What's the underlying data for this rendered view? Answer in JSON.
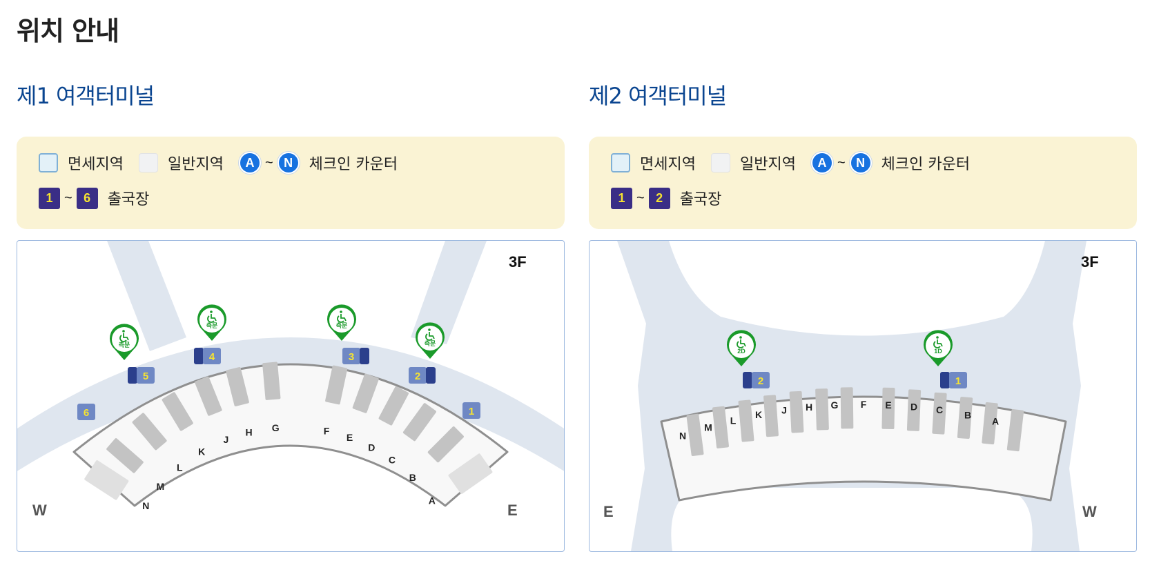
{
  "page": {
    "title": "위치 안내"
  },
  "legend_common": {
    "duty_free": "면세지역",
    "general": "일반지역",
    "checkin_from": "A",
    "checkin_to": "N",
    "tilde": "~",
    "checkin_label": "체크인 카운터",
    "departure_label": "출국장"
  },
  "terminal1": {
    "title": "제1 여객터미널",
    "gate_from": "1",
    "gate_to": "6",
    "map": {
      "floor": "3F",
      "west": "W",
      "east": "E",
      "counters": [
        "N",
        "M",
        "L",
        "K",
        "J",
        "H",
        "G",
        "F",
        "E",
        "D",
        "C",
        "B",
        "A"
      ],
      "gates": [
        "1",
        "2",
        "3",
        "4",
        "5",
        "6"
      ],
      "pin_text": "측문"
    }
  },
  "terminal2": {
    "title": "제2 여객터미널",
    "gate_from": "1",
    "gate_to": "2",
    "map": {
      "floor": "3F",
      "east": "E",
      "west": "W",
      "counters": [
        "N",
        "M",
        "L",
        "K",
        "J",
        "H",
        "G",
        "F",
        "E",
        "D",
        "C",
        "B",
        "A"
      ],
      "gates": [
        "1",
        "2"
      ],
      "pins": [
        "2D",
        "1D"
      ]
    }
  },
  "colors": {
    "title_blue": "#0a4590",
    "legend_bg": "#faf3d4",
    "duty_free": "#e3f1f8",
    "general": "#f1f2f3",
    "checkin_badge": "#1772e0",
    "gate_badge": "#3a2e86",
    "gate_number": "#f7e430",
    "pin_green": "#1a9a2a"
  }
}
